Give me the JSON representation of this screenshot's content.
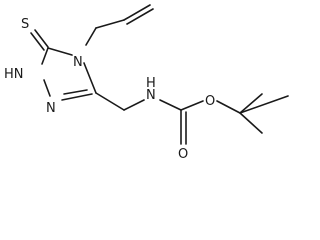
{
  "molecule": {
    "atoms": {
      "S": "S",
      "N_ring_top": "N",
      "NH_ring": "HN",
      "N_ring_bottom": "N",
      "N_carbamate": "N",
      "H_carbamate": "H",
      "O_carbonyl": "O",
      "O_ester": "O"
    }
  }
}
